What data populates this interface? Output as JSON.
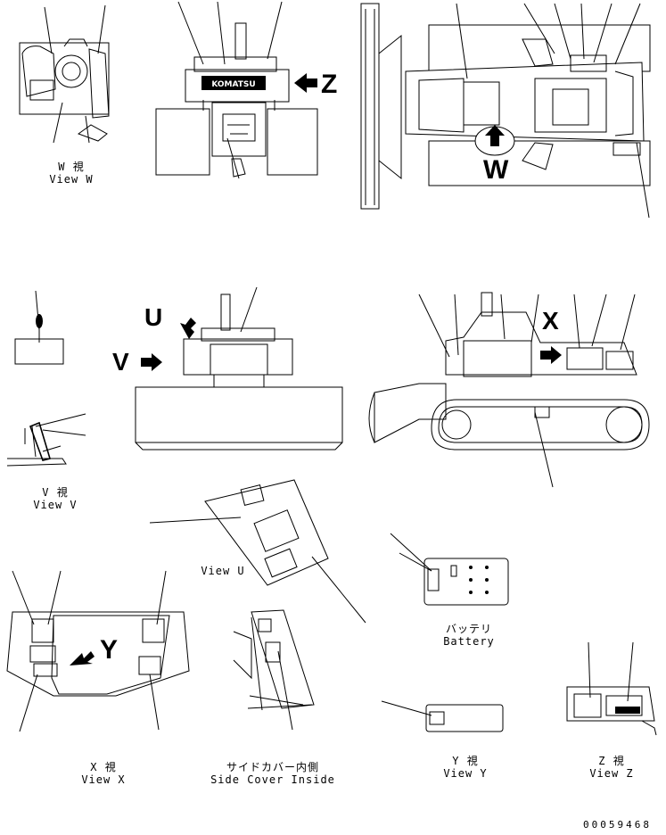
{
  "views": {
    "w": {
      "line1": "W  視",
      "line2": "View W"
    },
    "v": {
      "line1": "V  視",
      "line2": "View V"
    },
    "u": {
      "line1": "View U"
    },
    "battery": {
      "line1": "バッテリ",
      "line2": "Battery"
    },
    "x": {
      "line1": "X  視",
      "line2": "View X"
    },
    "side_cover": {
      "line1": "サイドカバー内側",
      "line2": "Side Cover Inside"
    },
    "y": {
      "line1": "Y  視",
      "line2": "View Y"
    },
    "z": {
      "line1": "Z  視",
      "line2": "View Z"
    }
  },
  "callouts": {
    "z": "Z",
    "w": "W",
    "u": "U",
    "v": "V",
    "x": "X",
    "y": "Y"
  },
  "brand": "KOMATSU",
  "part_number": "00059468"
}
